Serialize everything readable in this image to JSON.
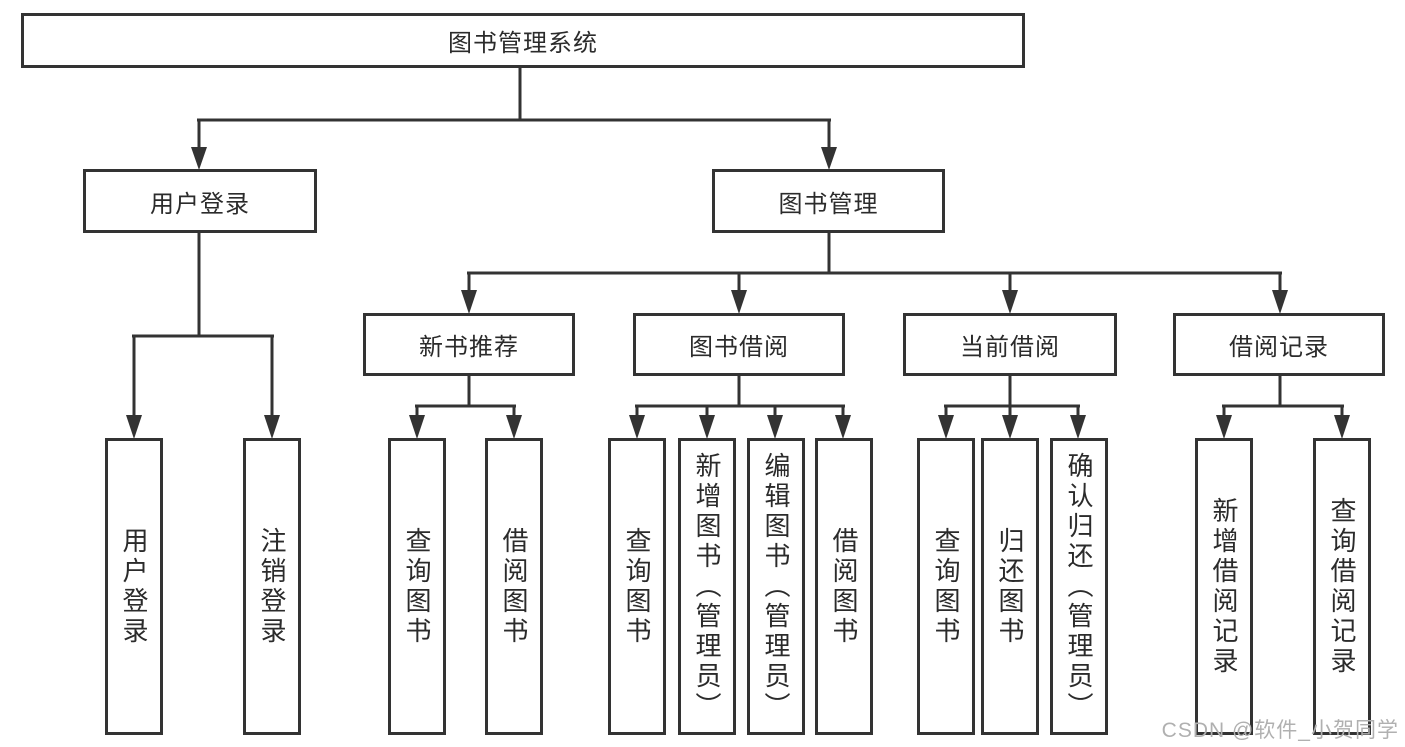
{
  "colors": {
    "line": "#333333",
    "text": "#2b2b2b",
    "background": "#ffffff",
    "watermark": "#b0b0b0"
  },
  "watermark": {
    "text": "CSDN @软件_小贺同学"
  },
  "tree": {
    "label": "图书管理系统",
    "children": [
      {
        "label": "用户登录",
        "children": [
          {
            "label": "用户登录"
          },
          {
            "label": "注销登录"
          }
        ]
      },
      {
        "label": "图书管理",
        "children": [
          {
            "label": "新书推荐",
            "children": [
              {
                "label": "查询图书"
              },
              {
                "label": "借阅图书"
              }
            ]
          },
          {
            "label": "图书借阅",
            "children": [
              {
                "label": "查询图书"
              },
              {
                "label": "新增图书（管理员）"
              },
              {
                "label": "编辑图书（管理员）"
              },
              {
                "label": "借阅图书"
              }
            ]
          },
          {
            "label": "当前借阅",
            "children": [
              {
                "label": "查询图书"
              },
              {
                "label": "归还图书"
              },
              {
                "label": "确认归还（管理员）"
              }
            ]
          },
          {
            "label": "借阅记录",
            "children": [
              {
                "label": "新增借阅记录"
              },
              {
                "label": "查询借阅记录"
              }
            ]
          }
        ]
      }
    ]
  }
}
